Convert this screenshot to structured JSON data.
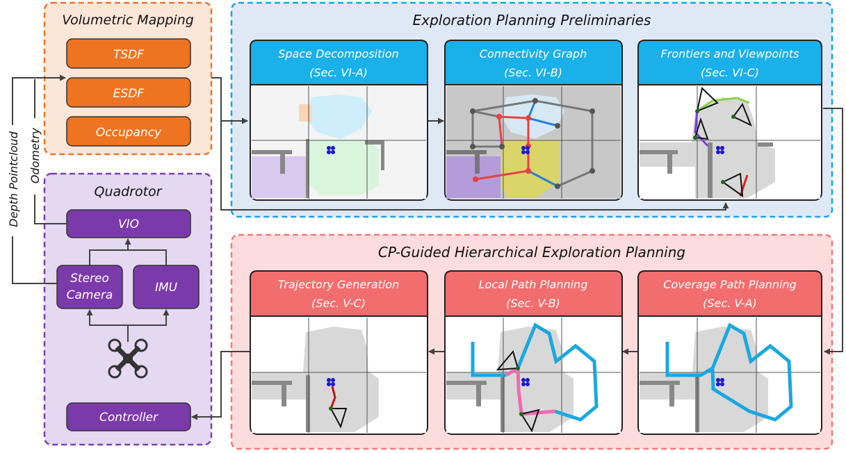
{
  "volumetric_mapping": {
    "title": "Volumetric Mapping",
    "items": [
      "TSDF",
      "ESDF",
      "Occupancy"
    ]
  },
  "quadrotor": {
    "title": "Quadrotor",
    "vio": "VIO",
    "stereo_camera": [
      "Stereo",
      "Camera"
    ],
    "imu": "IMU",
    "controller": "Controller"
  },
  "side_labels": {
    "depth_pointcloud": "Depth Pointcloud",
    "odometry": "Odometry"
  },
  "preliminaries": {
    "title": "Exploration Planning Preliminaries",
    "panels": [
      {
        "title": "Space Decomposition",
        "section": "(Sec. VI-A)"
      },
      {
        "title": "Connectivity Graph",
        "section": "(Sec. VI-B)"
      },
      {
        "title": "Frontiers and Viewpoints",
        "section": "(Sec. VI-C)"
      }
    ]
  },
  "hierarchical": {
    "title": "CP-Guided Hierarchical Exploration Planning",
    "panels": [
      {
        "title": "Trajectory Generation",
        "section": "(Sec. V-C)"
      },
      {
        "title": "Local Path Planning",
        "section": "(Sec. V-B)"
      },
      {
        "title": "Coverage Path Planning",
        "section": "(Sec. V-A)"
      }
    ]
  },
  "colors": {
    "mapping_border": "#e8762b",
    "mapping_fill": "#fbe6d8",
    "mapping_box": "#ee7422",
    "quad_border": "#7a3fb0",
    "quad_fill": "#e4d9f1",
    "quad_box": "#7b3aa9",
    "prelim_border": "#1aa3e3",
    "prelim_fill": "#dfe9f5",
    "prelim_header": "#1ab0ea",
    "hier_border": "#f27a7a",
    "hier_fill": "#fcdcdc",
    "hier_header": "#f26d6d",
    "arrow": "#404040"
  },
  "icons": [
    "quadrotor-icon",
    "robot-marker-icon",
    "viewpoint-triangle-icon"
  ]
}
